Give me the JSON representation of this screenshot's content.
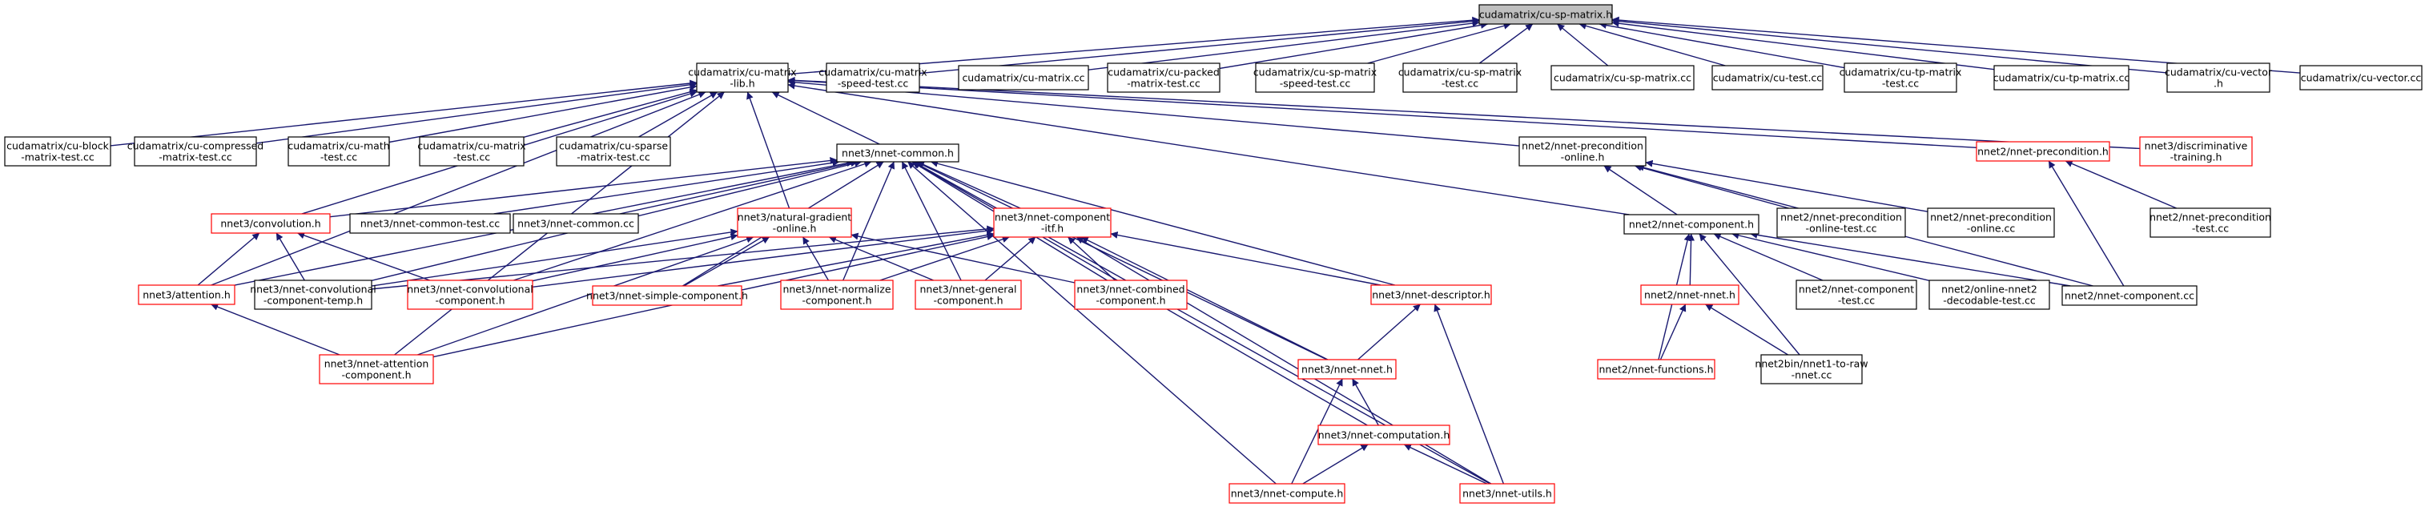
{
  "nodes": [
    {
      "id": "root",
      "lines": [
        "cudamatrix/cu-sp-matrix.h"
      ],
      "style": "root"
    },
    {
      "id": "cumatrixlib",
      "lines": [
        "cudamatrix/cu-matrix",
        "-lib.h"
      ],
      "style": "black"
    },
    {
      "id": "cumatrix_speed",
      "lines": [
        "cudamatrix/cu-matrix",
        "-speed-test.cc"
      ],
      "style": "black"
    },
    {
      "id": "cumatrix_cc",
      "lines": [
        "cudamatrix/cu-matrix.cc"
      ],
      "style": "black"
    },
    {
      "id": "cupacked",
      "lines": [
        "cudamatrix/cu-packed",
        "-matrix-test.cc"
      ],
      "style": "black"
    },
    {
      "id": "cusp_speed",
      "lines": [
        "cudamatrix/cu-sp-matrix",
        "-speed-test.cc"
      ],
      "style": "black"
    },
    {
      "id": "cusp_test",
      "lines": [
        "cudamatrix/cu-sp-matrix",
        "-test.cc"
      ],
      "style": "black"
    },
    {
      "id": "cusp_cc",
      "lines": [
        "cudamatrix/cu-sp-matrix.cc"
      ],
      "style": "black"
    },
    {
      "id": "cutest",
      "lines": [
        "cudamatrix/cu-test.cc"
      ],
      "style": "black"
    },
    {
      "id": "cutp_test",
      "lines": [
        "cudamatrix/cu-tp-matrix",
        "-test.cc"
      ],
      "style": "black"
    },
    {
      "id": "cutp_cc",
      "lines": [
        "cudamatrix/cu-tp-matrix.cc"
      ],
      "style": "black"
    },
    {
      "id": "cuvector_h",
      "lines": [
        "cudamatrix/cu-vector",
        ".h"
      ],
      "style": "black"
    },
    {
      "id": "cuvector_cc",
      "lines": [
        "cudamatrix/cu-vector.cc"
      ],
      "style": "black"
    },
    {
      "id": "cublock",
      "lines": [
        "cudamatrix/cu-block",
        "-matrix-test.cc"
      ],
      "style": "black"
    },
    {
      "id": "cucompressed",
      "lines": [
        "cudamatrix/cu-compressed",
        "-matrix-test.cc"
      ],
      "style": "black"
    },
    {
      "id": "cumath",
      "lines": [
        "cudamatrix/cu-math",
        "-test.cc"
      ],
      "style": "black"
    },
    {
      "id": "cumatrixtest",
      "lines": [
        "cudamatrix/cu-matrix",
        "-test.cc"
      ],
      "style": "black"
    },
    {
      "id": "cusparse",
      "lines": [
        "cudamatrix/cu-sparse",
        "-matrix-test.cc"
      ],
      "style": "black"
    },
    {
      "id": "nnetcommon",
      "lines": [
        "nnet3/nnet-common.h"
      ],
      "style": "black"
    },
    {
      "id": "n2precon",
      "lines": [
        "nnet2/nnet-precondition",
        "-online.h"
      ],
      "style": "black"
    },
    {
      "id": "n2precon_h",
      "lines": [
        "nnet2/nnet-precondition.h"
      ],
      "style": "red"
    },
    {
      "id": "n3discrim",
      "lines": [
        "nnet3/discriminative",
        "-training.h"
      ],
      "style": "red"
    },
    {
      "id": "n3convolution",
      "lines": [
        "nnet3/convolution.h"
      ],
      "style": "red"
    },
    {
      "id": "n3commontest",
      "lines": [
        "nnet3/nnet-common-test.cc"
      ],
      "style": "black"
    },
    {
      "id": "n3commoncc",
      "lines": [
        "nnet3/nnet-common.cc"
      ],
      "style": "black"
    },
    {
      "id": "n3natgrad",
      "lines": [
        "nnet3/natural-gradient",
        "-online.h"
      ],
      "style": "red"
    },
    {
      "id": "n3compitf",
      "lines": [
        "nnet3/nnet-component",
        "-itf.h"
      ],
      "style": "red"
    },
    {
      "id": "n2component",
      "lines": [
        "nnet2/nnet-component.h"
      ],
      "style": "black"
    },
    {
      "id": "n2precononlinetest",
      "lines": [
        "nnet2/nnet-precondition",
        "-online-test.cc"
      ],
      "style": "black"
    },
    {
      "id": "n2precononlinecc",
      "lines": [
        "nnet2/nnet-precondition",
        "-online.cc"
      ],
      "style": "black"
    },
    {
      "id": "n2precontest",
      "lines": [
        "nnet2/nnet-precondition",
        "-test.cc"
      ],
      "style": "black"
    },
    {
      "id": "n3attention",
      "lines": [
        "nnet3/attention.h"
      ],
      "style": "red"
    },
    {
      "id": "n3convtemp",
      "lines": [
        "nnet3/nnet-convolutional",
        "-component-temp.h"
      ],
      "style": "black"
    },
    {
      "id": "n3convcomp",
      "lines": [
        "nnet3/nnet-convolutional",
        "-component.h"
      ],
      "style": "red"
    },
    {
      "id": "n3simple",
      "lines": [
        "nnet3/nnet-simple-component.h"
      ],
      "style": "red"
    },
    {
      "id": "n3normalize",
      "lines": [
        "nnet3/nnet-normalize",
        "-component.h"
      ],
      "style": "red"
    },
    {
      "id": "n3general",
      "lines": [
        "nnet3/nnet-general",
        "-component.h"
      ],
      "style": "red"
    },
    {
      "id": "n3combined",
      "lines": [
        "nnet3/nnet-combined",
        "-component.h"
      ],
      "style": "red"
    },
    {
      "id": "n3descriptor",
      "lines": [
        "nnet3/nnet-descriptor.h"
      ],
      "style": "red"
    },
    {
      "id": "n2nnet",
      "lines": [
        "nnet2/nnet-nnet.h"
      ],
      "style": "red"
    },
    {
      "id": "n2comptest",
      "lines": [
        "nnet2/nnet-component",
        "-test.cc"
      ],
      "style": "black"
    },
    {
      "id": "n2onlinenet2",
      "lines": [
        "nnet2/online-nnet2",
        "-decodable-test.cc"
      ],
      "style": "black"
    },
    {
      "id": "n2componentcc",
      "lines": [
        "nnet2/nnet-component.cc"
      ],
      "style": "black"
    },
    {
      "id": "n3attcomp",
      "lines": [
        "nnet3/nnet-attention",
        "-component.h"
      ],
      "style": "red"
    },
    {
      "id": "n3nnet",
      "lines": [
        "nnet3/nnet-nnet.h"
      ],
      "style": "red"
    },
    {
      "id": "n2functions",
      "lines": [
        "nnet2/nnet-functions.h"
      ],
      "style": "red"
    },
    {
      "id": "n2bin",
      "lines": [
        "nnet2bin/nnet1-to-raw",
        "-nnet.cc"
      ],
      "style": "black"
    },
    {
      "id": "n3computation",
      "lines": [
        "nnet3/nnet-computation.h"
      ],
      "style": "red"
    },
    {
      "id": "n3compute",
      "lines": [
        "nnet3/nnet-compute.h"
      ],
      "style": "red"
    },
    {
      "id": "n3utils",
      "lines": [
        "nnet3/nnet-utils.h"
      ],
      "style": "red"
    }
  ],
  "edges": [
    [
      "cumatrixlib",
      "root"
    ],
    [
      "cumatrix_speed",
      "root"
    ],
    [
      "cumatrix_cc",
      "root"
    ],
    [
      "cupacked",
      "root"
    ],
    [
      "cusp_speed",
      "root"
    ],
    [
      "cusp_test",
      "root"
    ],
    [
      "cusp_cc",
      "root"
    ],
    [
      "cutest",
      "root"
    ],
    [
      "cutp_test",
      "root"
    ],
    [
      "cutp_cc",
      "root"
    ],
    [
      "cuvector_h",
      "root"
    ],
    [
      "cuvector_cc",
      "root"
    ],
    [
      "cublock",
      "cumatrixlib"
    ],
    [
      "cucompressed",
      "cumatrixlib"
    ],
    [
      "cumath",
      "cumatrixlib"
    ],
    [
      "cumatrixtest",
      "cumatrixlib"
    ],
    [
      "cusparse",
      "cumatrixlib"
    ],
    [
      "nnetcommon",
      "cumatrixlib"
    ],
    [
      "n2precon",
      "cumatrixlib"
    ],
    [
      "n2precon_h",
      "cumatrixlib"
    ],
    [
      "n3discrim",
      "cumatrixlib"
    ],
    [
      "n3convolution",
      "cumatrixlib"
    ],
    [
      "n3natgrad",
      "cumatrixlib"
    ],
    [
      "n3attention",
      "cumatrixlib"
    ],
    [
      "n3attcomp",
      "cumatrixlib"
    ],
    [
      "n2component",
      "cumatrixlib"
    ],
    [
      "n3convolution",
      "nnetcommon"
    ],
    [
      "n3commontest",
      "nnetcommon"
    ],
    [
      "n3commoncc",
      "nnetcommon"
    ],
    [
      "n3compitf",
      "nnetcommon"
    ],
    [
      "n3simple",
      "nnetcommon"
    ],
    [
      "n3normalize",
      "nnetcommon"
    ],
    [
      "n3general",
      "nnetcommon"
    ],
    [
      "n3combined",
      "nnetcommon"
    ],
    [
      "n3descriptor",
      "nnetcommon"
    ],
    [
      "n3nnet",
      "nnetcommon"
    ],
    [
      "n3computation",
      "nnetcommon"
    ],
    [
      "n3compute",
      "nnetcommon"
    ],
    [
      "n3utils",
      "nnetcommon"
    ],
    [
      "n3attention",
      "nnetcommon"
    ],
    [
      "n3convtemp",
      "nnetcommon"
    ],
    [
      "n3convcomp",
      "nnetcommon"
    ],
    [
      "n2component",
      "n2precon"
    ],
    [
      "n2precononlinetest",
      "n2precon"
    ],
    [
      "n2precononlinecc",
      "n2precon"
    ],
    [
      "n2componentcc",
      "n2precon"
    ],
    [
      "n2precontest",
      "n2precon_h"
    ],
    [
      "n2componentcc",
      "n2precon_h"
    ],
    [
      "n3attention",
      "n3convolution"
    ],
    [
      "n3convtemp",
      "n3convolution"
    ],
    [
      "n3convcomp",
      "n3convolution"
    ],
    [
      "n3convtemp",
      "n3natgrad"
    ],
    [
      "n3convcomp",
      "n3natgrad"
    ],
    [
      "n3simple",
      "n3natgrad"
    ],
    [
      "n3normalize",
      "n3natgrad"
    ],
    [
      "n3general",
      "n3natgrad"
    ],
    [
      "n3combined",
      "n3natgrad"
    ],
    [
      "n3attcomp",
      "n3natgrad"
    ],
    [
      "n3convcomp",
      "n3compitf"
    ],
    [
      "n3simple",
      "n3compitf"
    ],
    [
      "n3normalize",
      "n3compitf"
    ],
    [
      "n3general",
      "n3compitf"
    ],
    [
      "n3combined",
      "n3compitf"
    ],
    [
      "n3descriptor",
      "n3compitf"
    ],
    [
      "n3nnet",
      "n3compitf"
    ],
    [
      "n3utils",
      "n3compitf"
    ],
    [
      "n3attcomp",
      "n3compitf"
    ],
    [
      "n3convtemp",
      "n3compitf"
    ],
    [
      "n2comptest",
      "n2component"
    ],
    [
      "n2onlinenet2",
      "n2component"
    ],
    [
      "n2componentcc",
      "n2component"
    ],
    [
      "n2nnet",
      "n2component"
    ],
    [
      "n2functions",
      "n2component"
    ],
    [
      "n2bin",
      "n2component"
    ],
    [
      "n2functions",
      "n2nnet"
    ],
    [
      "n2bin",
      "n2nnet"
    ],
    [
      "n3attcomp",
      "n3attention"
    ],
    [
      "n3nnet",
      "n3descriptor"
    ],
    [
      "n3utils",
      "n3descriptor"
    ],
    [
      "n3computation",
      "n3nnet"
    ],
    [
      "n3compute",
      "n3nnet"
    ],
    [
      "n3compute",
      "n3computation"
    ],
    [
      "n3utils",
      "n3computation"
    ]
  ]
}
